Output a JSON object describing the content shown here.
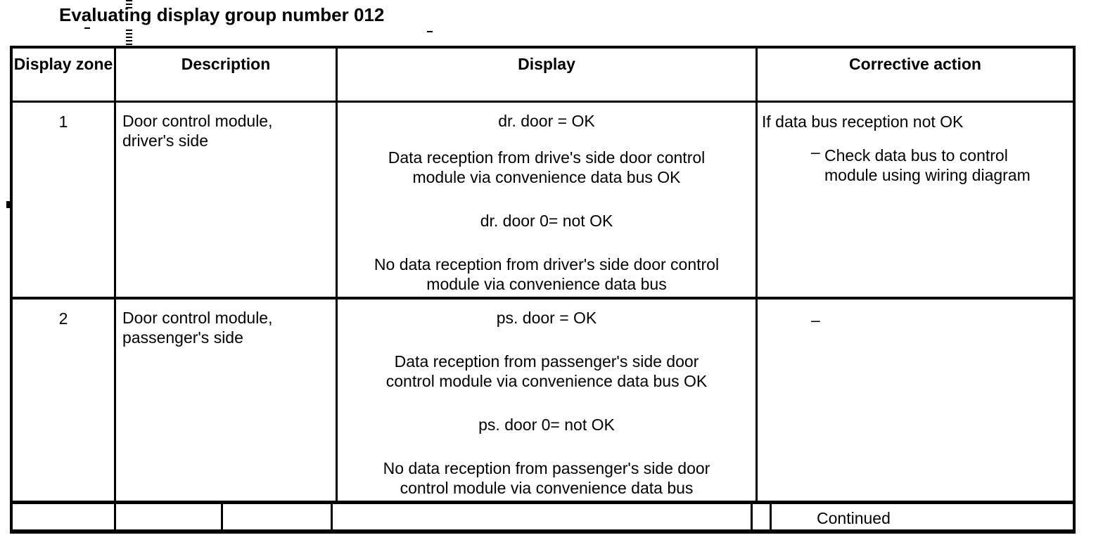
{
  "title": "Evaluating display group number 012",
  "table": {
    "headers": {
      "zone": "Display zone",
      "description": "Description",
      "display": "Display",
      "corrective": "Corrective action"
    },
    "rows": [
      {
        "zone": "1",
        "description_lines": [
          "Door control module,",
          "driver's side"
        ],
        "display_paragraphs": [
          [
            "dr. door = OK"
          ],
          [
            "Data reception from drive's side door control",
            "module via convenience data bus OK"
          ],
          [
            "dr. door 0= not OK"
          ],
          [
            "No data reception from driver's side door control",
            "module via convenience data bus"
          ]
        ],
        "corrective_condition": "If data bus reception not OK",
        "corrective_bullet_dash": "–",
        "corrective_bullet_lines": [
          "Check data bus to control",
          "module using wiring diagram"
        ]
      },
      {
        "zone": "2",
        "description_lines": [
          "Door control module,",
          "passenger's side"
        ],
        "display_paragraphs": [
          [
            "ps. door = OK"
          ],
          [
            "Data reception from passenger's side door",
            "control module via convenience data bus OK"
          ],
          [
            "ps. door 0= not OK"
          ],
          [
            "No data reception from passenger's side door",
            "control module via convenience data bus"
          ]
        ],
        "corrective_dash": "–"
      }
    ],
    "footer": {
      "continued": "Continued"
    }
  }
}
